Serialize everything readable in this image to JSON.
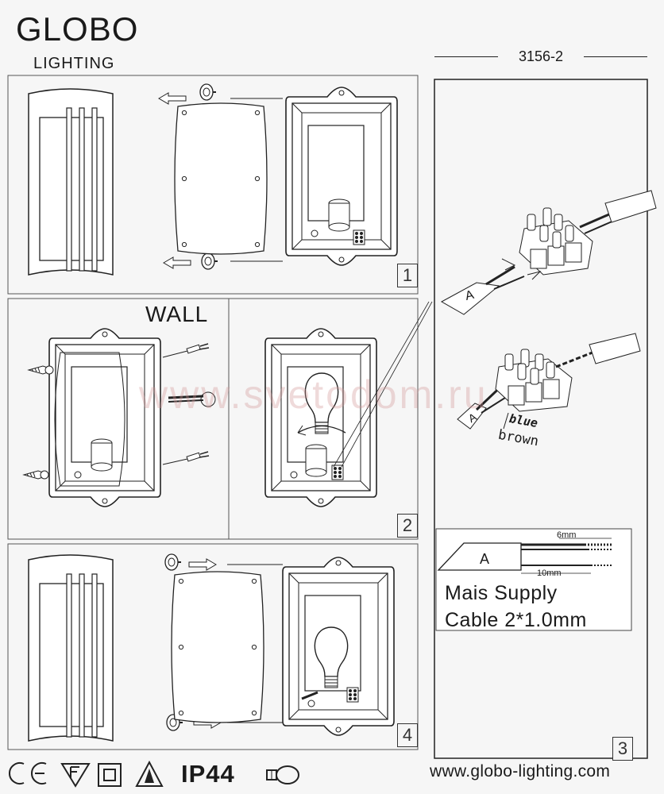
{
  "brand": {
    "logo": "GLOBO",
    "subtitle": "LIGHTING"
  },
  "model_number": "3156-2",
  "steps": {
    "step1": "1",
    "step2": "2",
    "step3": "3",
    "step4": "4"
  },
  "labels": {
    "wall": "WALL",
    "terminal_a1": "A",
    "terminal_a2": "A",
    "wire_blue": "blue",
    "wire_brown": "brown",
    "terminal_a3": "A",
    "strip_6mm": "6mm",
    "strip_10mm": "10mm"
  },
  "supply": {
    "line1": "Mais Supply",
    "line2": "Cable 2*1.0mm"
  },
  "watermark": "www.svetodom.ru",
  "certification_marks": {
    "ip_rating": "IP44",
    "icons": [
      "ce-mark-icon",
      "f-mark-icon",
      "double-insulated-icon",
      "warning-triangle-icon",
      "lamp-icon"
    ]
  },
  "website": "www.globo-lighting.com",
  "colors": {
    "ink": "#1a1a1a",
    "paper": "#f6f6f6",
    "watermark": "#d29696"
  }
}
